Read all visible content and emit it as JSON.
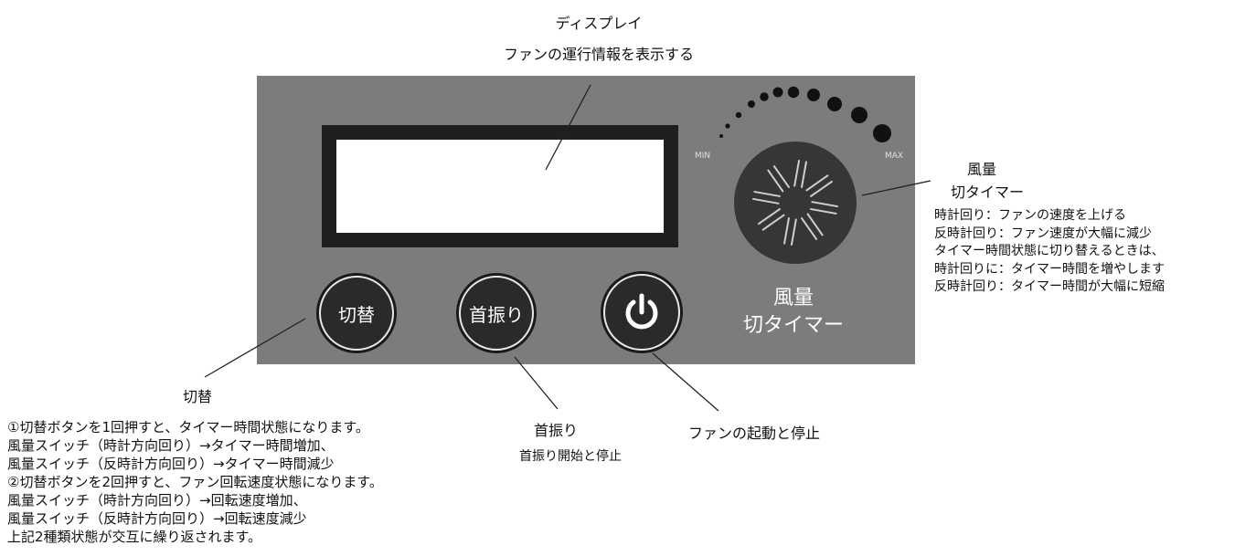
{
  "display_callout": {
    "title": "ディスプレイ",
    "desc": "ファンの運行情報を表示する"
  },
  "dial": {
    "min_label": "MIN",
    "max_label": "MAX",
    "panel_label_line1": "風量",
    "panel_label_line2": "切タイマー"
  },
  "buttons": {
    "switch_label": "切替",
    "swing_label": "首振り",
    "power_icon": "power-icon"
  },
  "fan_dial_callout": {
    "title_line1": "風量",
    "title_line2": "切タイマー",
    "lines": [
      "時計回り：ファンの速度を上げる",
      "反時計回り：ファン速度が大幅に減少",
      "タイマー時間状態に切り替えるときは、",
      "時計回りに：タイマー時間を増やします",
      "反時計回り：タイマー時間が大幅に短縮"
    ]
  },
  "switch_callout": {
    "title": "切替",
    "lines": [
      "①切替ボタンを1回押すと、タイマー時間状態になります。",
      "風量スイッチ（時計方向回り）→タイマー時間増加、",
      "風量スイッチ（反時計方向回り）→タイマー時間減少",
      "②切替ボタンを2回押すと、ファン回転速度状態になります。",
      "風量スイッチ（時計方向回り）→回転速度増加、",
      "風量スイッチ（反時計方向回り）→回転速度減少",
      "上記2種類状態が交互に繰り返されます。"
    ]
  },
  "swing_callout": {
    "title": "首振り",
    "desc": "首振り開始と停止"
  },
  "power_callout": {
    "title": "ファンの起動と停止"
  },
  "colors": {
    "panel": "#7c7c7c",
    "display_frame": "#1f1f1f",
    "button": "#2a2a2a",
    "knob": "#363636"
  }
}
